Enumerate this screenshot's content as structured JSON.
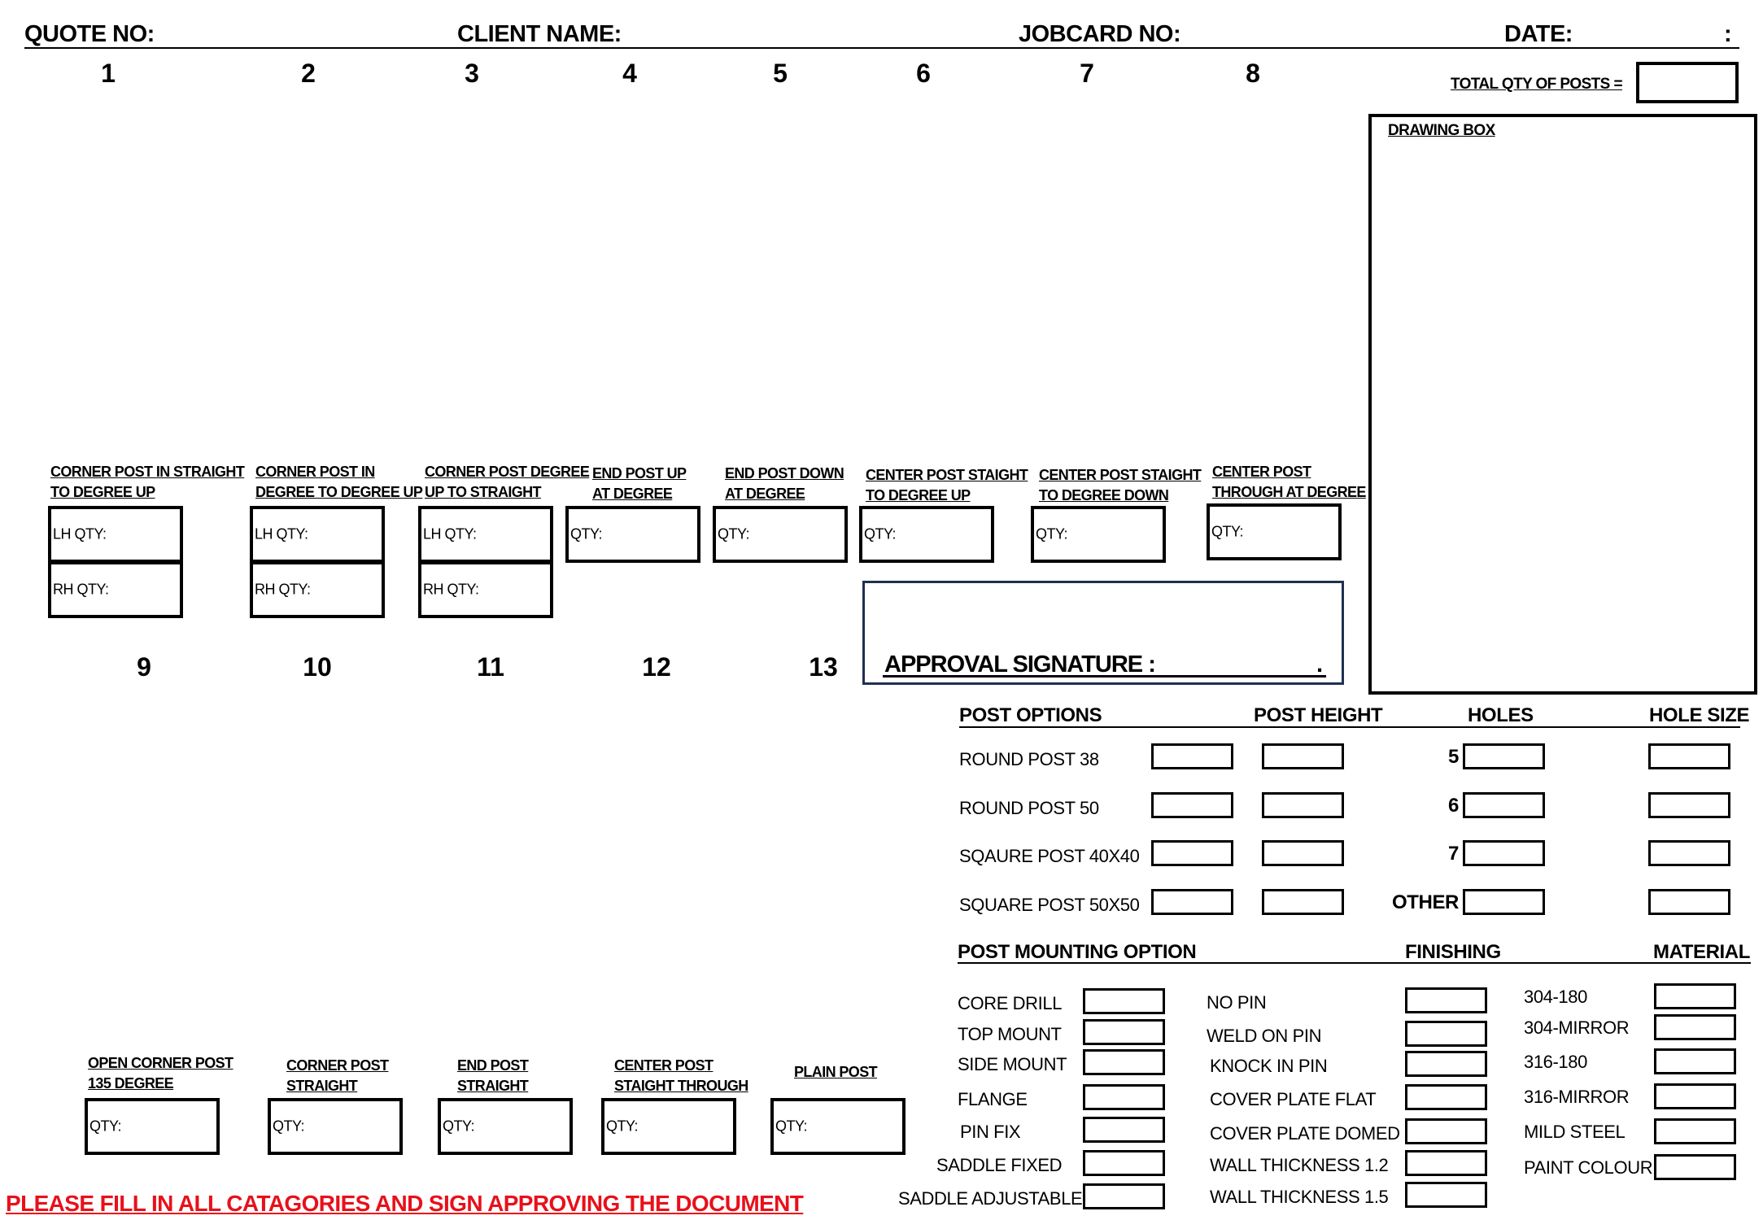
{
  "header": {
    "quote_no": "QUOTE NO:",
    "client_name": "CLIENT NAME:",
    "jobcard_no": "JOBCARD NO:",
    "date": "DATE:",
    "date_colon": ":"
  },
  "total_qty_label": "TOTAL QTY OF POSTS =",
  "drawing_box_label": "DRAWING BOX",
  "approval_label": "APPROVAL SIGNATURE :",
  "approval_dot": ".",
  "posts": [
    {
      "number": "1",
      "label": [
        "CORNER POST IN STRAIGHT",
        "TO DEGREE UP"
      ],
      "fields": [
        "LH QTY:",
        "RH QTY:"
      ]
    },
    {
      "number": "2",
      "label": [
        "CORNER POST IN",
        "DEGREE TO DEGREE UP"
      ],
      "fields": [
        "LH QTY:",
        "RH QTY:"
      ]
    },
    {
      "number": "3",
      "label": [
        "CORNER POST DEGREE",
        "UP TO STRAIGHT"
      ],
      "fields": [
        "LH QTY:",
        "RH QTY:"
      ]
    },
    {
      "number": "4",
      "label": [
        "END POST UP",
        "AT DEGREE"
      ],
      "fields": [
        "QTY:"
      ]
    },
    {
      "number": "5",
      "label": [
        "END POST DOWN",
        "AT DEGREE"
      ],
      "fields": [
        "QTY:"
      ]
    },
    {
      "number": "6",
      "label": [
        "CENTER POST STAIGHT",
        "TO DEGREE UP"
      ],
      "fields": [
        "QTY:"
      ]
    },
    {
      "number": "7",
      "label": [
        "CENTER POST STAIGHT",
        "TO DEGREE DOWN"
      ],
      "fields": [
        "QTY:"
      ]
    },
    {
      "number": "8",
      "label": [
        "CENTER POST",
        "THROUGH AT DEGREE"
      ],
      "fields": [
        "QTY:"
      ]
    },
    {
      "number": "9",
      "label": [
        "OPEN CORNER POST",
        "135 DEGREE"
      ],
      "fields": [
        "QTY:"
      ]
    },
    {
      "number": "10",
      "label": [
        "CORNER POST",
        "STRAIGHT"
      ],
      "fields": [
        "QTY:"
      ]
    },
    {
      "number": "11",
      "label": [
        "END POST",
        "STRAIGHT"
      ],
      "fields": [
        "QTY:"
      ]
    },
    {
      "number": "12",
      "label": [
        "CENTER POST",
        "STAIGHT THROUGH"
      ],
      "fields": [
        "QTY:"
      ]
    },
    {
      "number": "13",
      "label": [
        "PLAIN POST"
      ],
      "fields": [
        "QTY:"
      ]
    }
  ],
  "post_options": {
    "headers": [
      "POST OPTIONS",
      "POST HEIGHT",
      "HOLES",
      "HOLE SIZE"
    ],
    "rows": [
      {
        "option": "ROUND POST 38",
        "holes": "5"
      },
      {
        "option": "ROUND POST 50",
        "holes": "6"
      },
      {
        "option": "SQAURE POST 40X40",
        "holes": "7"
      },
      {
        "option": "SQUARE POST 50X50",
        "holes": "OTHER"
      }
    ]
  },
  "mounting": {
    "headers": [
      "POST MOUNTING OPTION",
      "FINISHING",
      "MATERIAL"
    ],
    "mounting_options": [
      "CORE DRILL",
      "TOP MOUNT",
      "SIDE MOUNT",
      "FLANGE",
      "PIN FIX",
      "SADDLE FIXED",
      "SADDLE ADJUSTABLE"
    ],
    "finishing_options": [
      "NO PIN",
      "WELD ON PIN",
      "KNOCK IN PIN",
      "COVER PLATE FLAT",
      "COVER PLATE DOMED",
      "WALL THICKNESS 1.2",
      "WALL THICKNESS 1.5"
    ],
    "material_options": [
      "304-180",
      "304-MIRROR",
      "316-180",
      "316-MIRROR",
      "MILD STEEL",
      "PAINT COLOUR"
    ]
  },
  "footer_notice": "PLEASE FILL IN ALL CATAGORIES AND SIGN APPROVING THE DOCUMENT",
  "colors": {
    "notice": "#e8101a",
    "approval_border": "#1f3050"
  }
}
